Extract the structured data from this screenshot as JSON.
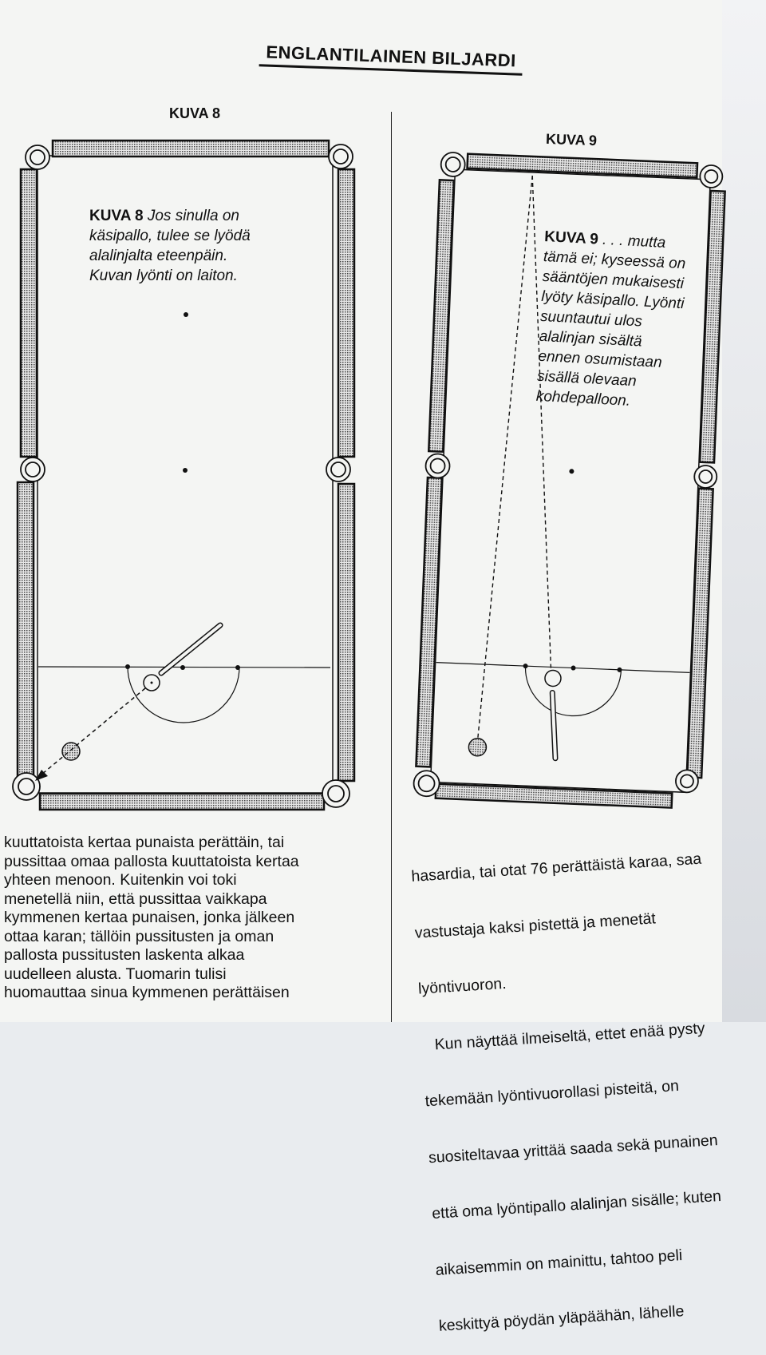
{
  "header": {
    "title": "ENGLANTILAINEN BILJARDI"
  },
  "figure8": {
    "title": "KUVA 8",
    "caption_label": "KUVA 8",
    "caption_lines": [
      "Jos sinulla on",
      "käsipallo, tulee se lyödä",
      "alalinjalta eteenpäin.",
      "Kuvan lyönti on laiton."
    ]
  },
  "figure9": {
    "title": "KUVA 9",
    "caption_label": "KUVA 9",
    "caption_lines": [
      ". . . mutta",
      "tämä ei; kyseessä on",
      "sääntöjen mukaisesti",
      "lyöty käsipallo. Lyönti",
      "suuntautui ulos",
      "alalinjan sisältä",
      "ennen osumistaan",
      "sisällä olevaan",
      "kohdepalloon."
    ]
  },
  "left_text": {
    "lines": [
      "kuuttatoista kertaa punaista perättäin, tai",
      "pussittaa omaa pallosta kuuttatoista kertaa",
      "yhteen menoon. Kuitenkin voi toki",
      "menetellä niin, että pussittaa vaikkapa",
      "kymmenen kertaa punaisen, jonka jälkeen",
      "ottaa karan; tällöin pussitusten ja oman",
      "pallosta pussitusten laskenta alkaa",
      "uudelleen alusta. Tuomarin tulisi",
      "huomauttaa sinua kymmenen perättäisen"
    ]
  },
  "right_text": {
    "lines": [
      "hasardia, tai otat 76 perättäistä karaa, saa",
      "vastustaja kaksi pistettä ja menetät",
      "lyöntivuoron.",
      "   Kun näyttää ilmeiseltä, ettet enää pysty",
      "tekemään lyöntivuorollasi pisteitä, on",
      "suositeltavaa yrittää saada sekä punainen",
      "että oma lyöntipallo alalinjan sisälle; kuten",
      "aikaisemmin on mainittu, tahtoo peli",
      "keskittyä pöydän yläpäähän, lähelle"
    ]
  }
}
